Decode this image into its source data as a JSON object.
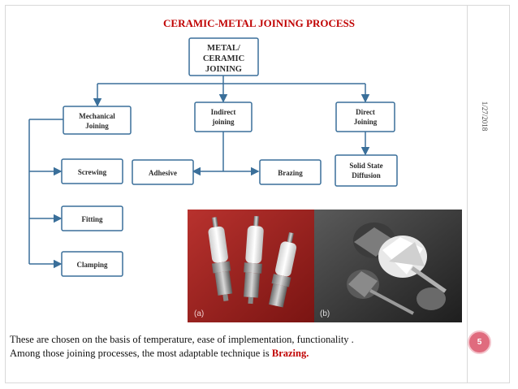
{
  "slide": {
    "title": "CERAMIC-METAL JOINING PROCESS",
    "date": "1/27/2018",
    "page_number": "5"
  },
  "diagram": {
    "root": [
      "METAL/",
      "CERAMIC",
      "JOINING"
    ],
    "mechanical": [
      "Mechanical",
      "Joining"
    ],
    "indirect": [
      "Indirect",
      "joining"
    ],
    "direct": [
      "Direct",
      "Joining"
    ],
    "screwing": "Screwing",
    "fitting": "Fitting",
    "clamping": "Clamping",
    "adhesive": "Adhesive",
    "brazing": "Brazing",
    "solid_state": [
      "Solid State",
      "Diffusion"
    ]
  },
  "photos": {
    "left_label": "(a)",
    "right_label": "(b)"
  },
  "body": {
    "line1": "These are chosen on the basis of temperature, ease of implementation, functionality .",
    "line2_prefix": "Among those joining processes, the most adaptable technique is ",
    "line2_emphasis": "Brazing."
  }
}
